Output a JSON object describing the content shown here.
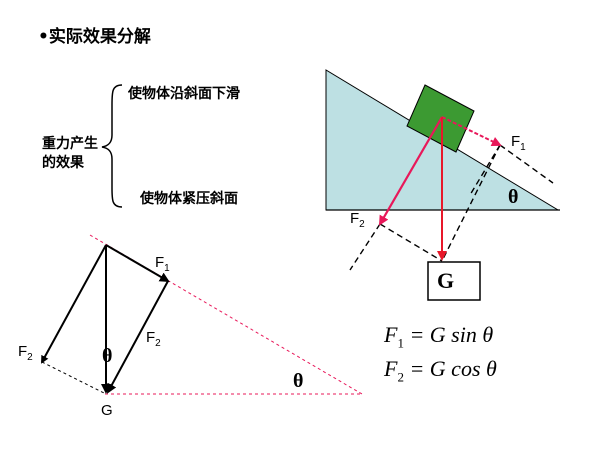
{
  "title": "•实际效果分解",
  "effects": {
    "group_label_line1": "重力产生",
    "group_label_line2": "的效果",
    "effect_slide": "使物体沿斜面下滑",
    "effect_press": "使物体紧压斜面"
  },
  "incline_diagram": {
    "f1_main": "F",
    "f1_sub": "1",
    "f2_main": "F",
    "f2_sub": "2",
    "theta": "θ",
    "gravity": "G",
    "colors": {
      "slope": "#bde0e3",
      "block": "#3c9a32",
      "force": "#e8185a",
      "gravity": "#e8182a"
    }
  },
  "triangle_diagram": {
    "f1_main": "F",
    "f1_sub": "1",
    "f2_side_main": "F",
    "f2_side_sub": "2",
    "f2_left_main": "F",
    "f2_left_sub": "2",
    "theta_inner": "θ",
    "theta_slope": "θ",
    "gravity": "G"
  },
  "equations": {
    "f1": {
      "lhs_main": "F",
      "lhs_sub": "1",
      "rhs": "= G sin θ"
    },
    "f2": {
      "lhs_main": "F",
      "lhs_sub": "2",
      "rhs": "= G cos θ"
    }
  }
}
